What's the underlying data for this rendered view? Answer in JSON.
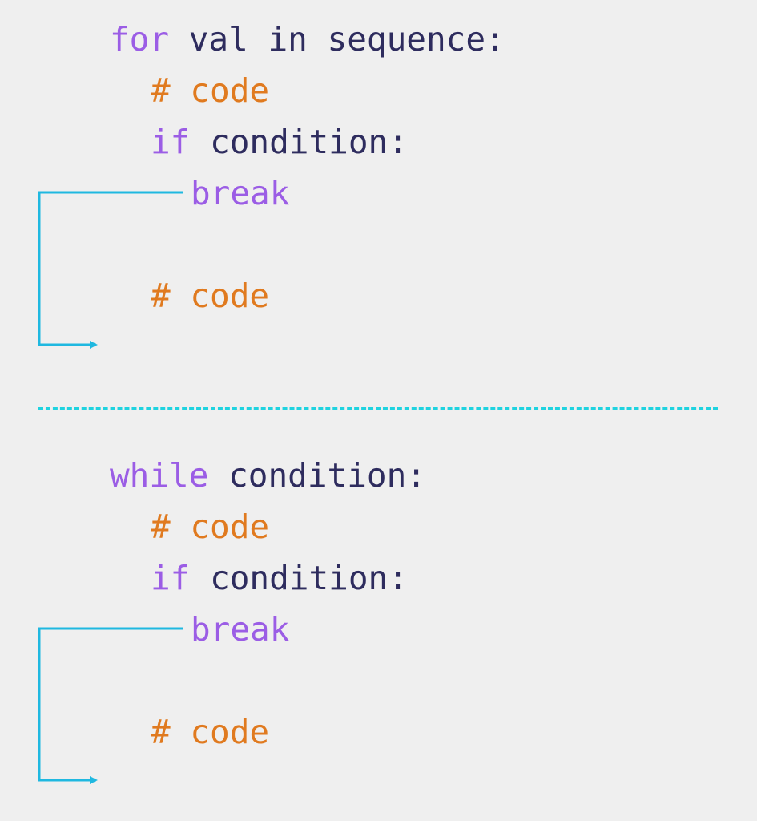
{
  "colors": {
    "background": "#efefef",
    "keyword": "#9b5de5",
    "identifier": "#2e2c5e",
    "comment": "#e07a1f",
    "arrow": "#1fb8e0",
    "divider": "#1fd3e0"
  },
  "for_block": {
    "header_keyword": "for",
    "header_rest": "val in sequence:",
    "comment_before": "# code",
    "if_keyword": "if",
    "if_rest": "condition:",
    "break_keyword": "break",
    "comment_after": "# code"
  },
  "while_block": {
    "header_keyword": "while",
    "header_rest": "condition:",
    "comment_before": "# code",
    "if_keyword": "if",
    "if_rest": "condition:",
    "break_keyword": "break",
    "comment_after": "# code"
  }
}
